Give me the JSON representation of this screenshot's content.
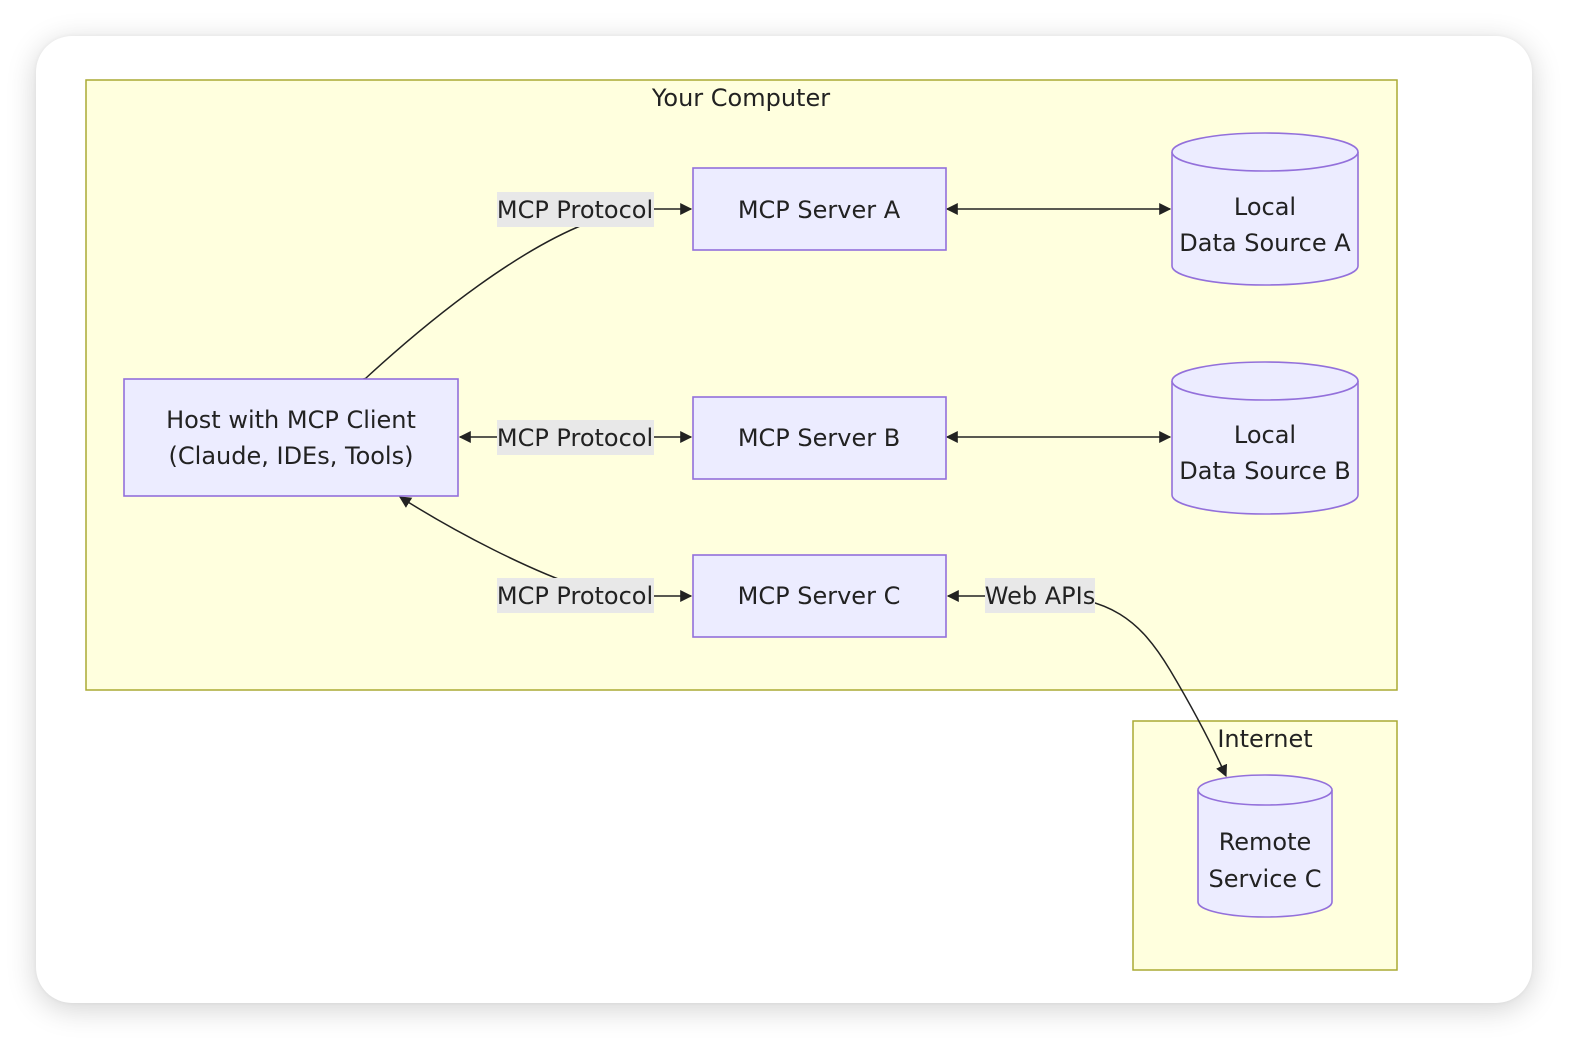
{
  "clusters": {
    "computer": "Your Computer",
    "internet": "Internet"
  },
  "nodes": {
    "host": [
      "Host with MCP Client",
      "(Claude, IDEs, Tools)"
    ],
    "server_a": "MCP Server A",
    "server_b": "MCP Server B",
    "server_c": "MCP Server C",
    "local_a": [
      "Local",
      "Data Source A"
    ],
    "local_b": [
      "Local",
      "Data Source B"
    ],
    "remote_c": [
      "Remote",
      "Service C"
    ]
  },
  "edges": {
    "host_a": "MCP Protocol",
    "host_b": "MCP Protocol",
    "host_c": "MCP Protocol",
    "c_remote": "Web APIs"
  }
}
